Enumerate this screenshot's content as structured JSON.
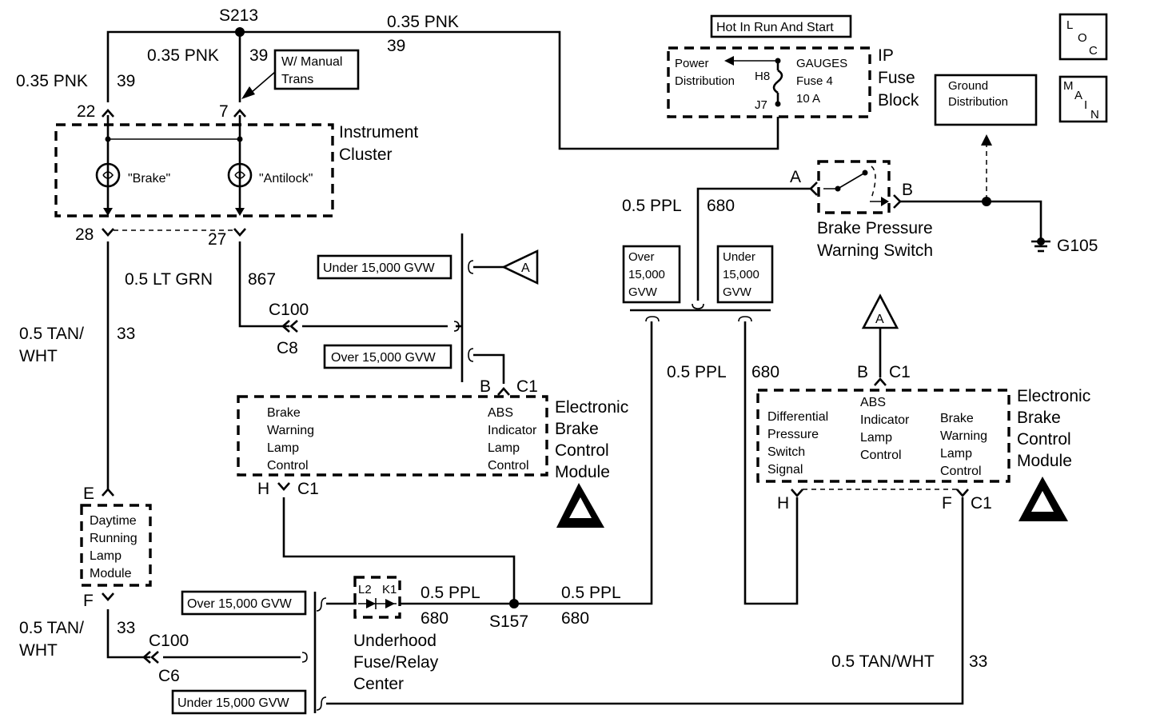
{
  "splices": {
    "s213": "S213",
    "s157": "S157"
  },
  "wires": {
    "top_right": {
      "gauge": "0.35 PNK",
      "circuit": "39"
    },
    "mid": {
      "gauge": "0.35 PNK",
      "circuit": "39"
    },
    "left": {
      "gauge": "0.35 PNK",
      "circuit": "39"
    },
    "lt_grn": {
      "gauge": "0.5 LT GRN",
      "circuit": "867"
    },
    "tan_upper": {
      "gauge_line1": "0.5 TAN/",
      "gauge_line2": "WHT",
      "circuit": "33"
    },
    "tan_lower": {
      "gauge_line1": "0.5 TAN/",
      "gauge_line2": "WHT",
      "circuit": "33"
    },
    "ppl_top": {
      "gauge": "0.5 PPL",
      "circuit": "680"
    },
    "ppl_mid": {
      "gauge": "0.5 PPL",
      "circuit": "680"
    },
    "ppl_left": {
      "gauge": "0.5 PPL",
      "circuit": "680"
    },
    "ppl_right": {
      "gauge": "0.5 PPL",
      "circuit": "680"
    },
    "tan_bottom": {
      "gauge": "0.5 TAN/WHT",
      "circuit": "33"
    }
  },
  "notes": {
    "manual_trans_line1": "W/ Manual",
    "manual_trans_line2": "Trans",
    "hot_in_run": "Hot In Run And Start",
    "under_gvw": "Under 15,000 GVW",
    "over_gvw": "Over 15,000 GVW",
    "over_gvw_small": [
      "Over",
      "15,000",
      "GVW"
    ],
    "under_gvw_small": [
      "Under",
      "15,000",
      "GVW"
    ]
  },
  "fuse_block": {
    "power_line1": "Power",
    "power_line2": "Distribution",
    "terminal_top": "H8",
    "terminal_bottom": "J7",
    "fuse_line1": "GAUGES",
    "fuse_line2": "Fuse 4",
    "fuse_line3": "10 A",
    "name": [
      "IP",
      "Fuse",
      "Block"
    ]
  },
  "ground": {
    "dist_line1": "Ground",
    "dist_line2": "Distribution",
    "name": "G105"
  },
  "loc_icon": [
    "L",
    "O",
    "C"
  ],
  "main_icon": [
    "M",
    "A",
    "I",
    "N"
  ],
  "cluster": {
    "name_line1": "Instrument",
    "name_line2": "Cluster",
    "pin_brake_top": "22",
    "pin_antilock_top": "7",
    "brake_lamp": "\"Brake\"",
    "antilock_lamp": "\"Antilock\"",
    "pin_brake_bottom": "28",
    "pin_antilock_bottom": "27"
  },
  "connectors": {
    "c100_upper": "C100",
    "c8": "C8",
    "c100_lower": "C100",
    "c6": "C6",
    "b_c1_left": {
      "pin": "B",
      "conn": "C1"
    },
    "h_c1_left": {
      "pin": "H",
      "conn": "C1"
    },
    "b_c1_right": {
      "pin": "B",
      "conn": "C1"
    },
    "h_right": "H",
    "f_c1_right": {
      "pin": "F",
      "conn": "C1"
    }
  },
  "ref_a": "A",
  "ebcm_left": {
    "brake_warning": [
      "Brake",
      "Warning",
      "Lamp",
      "Control"
    ],
    "abs_indicator": [
      "ABS",
      "Indicator",
      "Lamp",
      "Control"
    ],
    "name": [
      "Electronic",
      "Brake",
      "Control",
      "Module"
    ]
  },
  "ebcm_right": {
    "diff_pressure": [
      "Differential",
      "Pressure",
      "Switch",
      "Signal"
    ],
    "abs_indicator": [
      "ABS",
      "Indicator",
      "Lamp",
      "Control"
    ],
    "brake_warning": [
      "Brake",
      "Warning",
      "Lamp",
      "Control"
    ],
    "name": [
      "Electronic",
      "Brake",
      "Control",
      "Module"
    ]
  },
  "switch": {
    "pin_a": "A",
    "pin_b": "B",
    "name_line1": "Brake Pressure",
    "name_line2": "Warning Switch"
  },
  "drl": {
    "pin_e": "E",
    "pin_f": "F",
    "name": [
      "Daytime",
      "Running",
      "Lamp",
      "Module"
    ]
  },
  "relay": {
    "l2": "L2",
    "k1": "K1",
    "name": [
      "Underhood",
      "Fuse/Relay",
      "Center"
    ]
  }
}
